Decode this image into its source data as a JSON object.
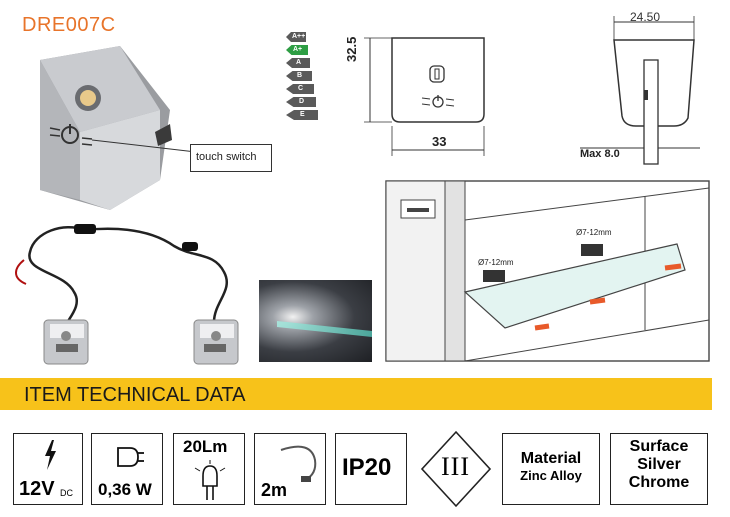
{
  "title": "DRE007C",
  "section_title": "ITEM TECHNICAL DATA",
  "callouts": {
    "touch_switch": "touch switch"
  },
  "energy_classes": [
    {
      "label": "A++",
      "color": "#5a5a5a"
    },
    {
      "label": "A+",
      "color": "#2e9e44"
    },
    {
      "label": "A",
      "color": "#5a5a5a"
    },
    {
      "label": "B",
      "color": "#5a5a5a"
    },
    {
      "label": "C",
      "color": "#5a5a5a"
    },
    {
      "label": "D",
      "color": "#5a5a5a"
    },
    {
      "label": "E",
      "color": "#5a5a5a"
    }
  ],
  "dimensions": {
    "height": "32.5",
    "width": "33",
    "depth": "24.50",
    "max": "Max 8.0",
    "glass_range_1": "Ø7-12mm",
    "glass_range_2": "Ø7-12mm"
  },
  "specs": {
    "voltage_value": "12V",
    "voltage_unit": "DC",
    "power": "0,36 W",
    "lumen": "20Lm",
    "cable": "2m",
    "ip": "IP20",
    "class": "III",
    "material_label": "Material",
    "material_value": "Zinc Alloy",
    "surface_line1": "Surface",
    "surface_line2": "Silver",
    "surface_line3": "Chrome"
  },
  "colors": {
    "accent": "#e8742a",
    "band": "#f7c21a",
    "energy_highlight": "#2e9e44"
  }
}
